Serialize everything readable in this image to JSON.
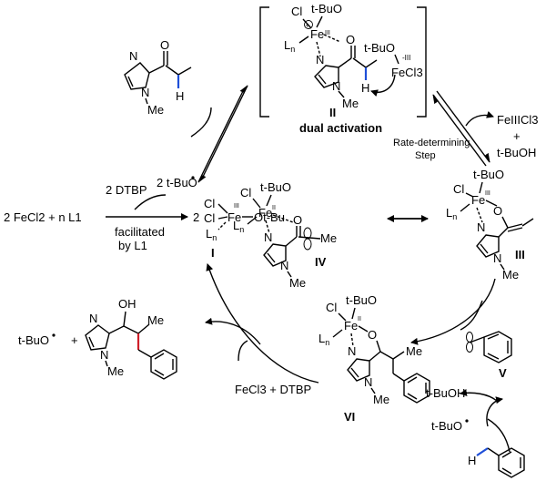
{
  "diagram": {
    "complex_II": {
      "label": "II",
      "caption": "dual activation",
      "atoms": {
        "cl": "Cl",
        "tbuo": "t-BuO",
        "fe": "Fe",
        "fe_ox": "III",
        "o": "O",
        "ln": "L",
        "ln_sub": "n",
        "n_methyl": "N",
        "methyl": "Me",
        "n": "N",
        "h": "H"
      },
      "partner": {
        "tbuo": "t-BuO",
        "ox": "-III",
        "fecl3": "FeCl3"
      }
    },
    "complex_III": {
      "label": "III",
      "atoms": {
        "cl": "Cl",
        "tbuo": "t-BuO",
        "fe": "Fe",
        "fe_ox": "III",
        "o": "O",
        "ln": "L",
        "ln_sub": "n",
        "n": "N",
        "n_methyl": "N",
        "methyl": "Me"
      }
    },
    "complex_IV": {
      "label": "IV",
      "atoms": {
        "cl": "Cl",
        "tbuo": "t-BuO",
        "fe": "Fe",
        "fe_ox": "II",
        "o": "O",
        "ln": "L",
        "ln_sub": "n",
        "n": "N",
        "n_methyl": "N",
        "methyl": "Me",
        "me": "Me"
      }
    },
    "complex_VI": {
      "label": "VI",
      "atoms": {
        "cl": "Cl",
        "tbuo": "t-BuO",
        "fe": "Fe",
        "fe_ox": "II",
        "o": "O",
        "ln": "L",
        "ln_sub": "n",
        "n": "N",
        "n_methyl": "N",
        "methyl": "Me",
        "me": "Me"
      }
    },
    "complex_I": {
      "label": "I",
      "prefix": "2",
      "atoms": {
        "cl1": "Cl",
        "cl2": "Cl",
        "fe": "Fe",
        "fe_ox": "III",
        "otbu": "Ot-Bu",
        "ln": "L",
        "ln_sub": "n"
      }
    },
    "radical_V": {
      "label": "V"
    },
    "ketone_substrate": {
      "atoms": {
        "o": "O",
        "n": "N",
        "n_methyl": "N",
        "methyl": "Me",
        "h": "H"
      }
    },
    "product": {
      "atoms": {
        "oh": "OH",
        "n": "N",
        "n_methyl": "N",
        "methyl": "Me",
        "me": "Me"
      },
      "radical": "t-BuO",
      "plus": "+"
    },
    "reagents": {
      "fecl2": "2 FeCl2 + n L1",
      "dtbp_top": "2 DTBP",
      "dtbp_product": "2 t-BuO",
      "facilitated": "facilitated",
      "by": "by L1",
      "fecl3_dtbp": "FeCl3 + DTBP",
      "rate_det_1": "Rate-determining",
      "rate_det_2": "Step",
      "feIII_cl3": "FeIIICl3",
      "plus": "+",
      "tbuoh_right": "t-BuOH",
      "tbuoh_bottom": "t-BuOH",
      "tbuo_bottom": "t-BuO",
      "h_toluene": "H"
    }
  }
}
